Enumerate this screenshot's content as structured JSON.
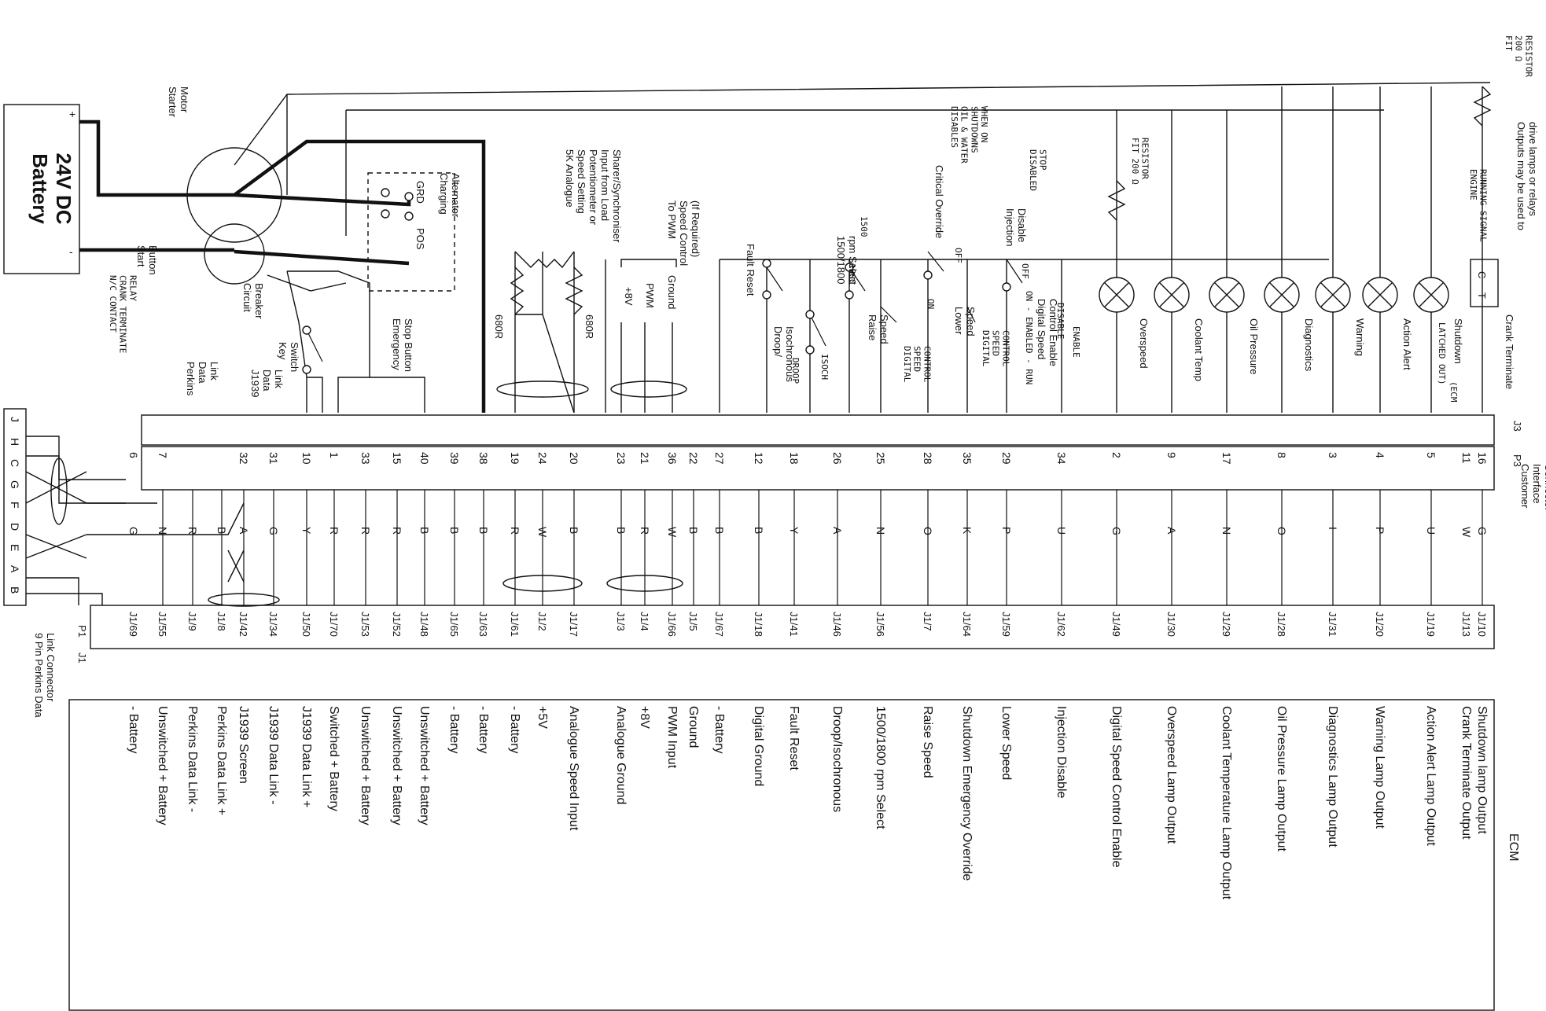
{
  "battery": {
    "label": "Battery\n24V DC",
    "pos": "+",
    "neg": "-"
  },
  "components": {
    "starter_motor": "Starter\nMotor",
    "start_button": "Start\nButton",
    "start_button_note": "N/C CONTACT\nCRANK TERMINATE\nRELAY",
    "alternator": "Charging\nAlternator",
    "grd": "GRD",
    "pos": "POS",
    "circuit_breaker": "Circuit\nBreaker",
    "estop": "Emergency\nStop Button",
    "key_switch": "Key\nSwitch",
    "j1939_link": "J1939\nData\nLink",
    "perkins_link": "Perkins\nData\nLink",
    "pot": "5K Analogue\nSpeed Setting\nPotentiometer or\nInput from Load\nSharer/Synchroniser",
    "r680a": "680R",
    "r680b": "680R",
    "pwm_title": "To PWM\nSpeed Control\n(If Required)",
    "pwm_ground": "Ground",
    "pwm_pwm": "PWM",
    "pwm_8v": "+8V",
    "fault_reset": "Fault Reset",
    "droop": "Droop/\nIsochronous",
    "droop_note": "DROOP",
    "isoch_note": "ISOCH",
    "rpm_select": "1500/1800\nrpm Select",
    "rpm_1500": "1500",
    "rpm_1800": "1800",
    "raise_speed": "Raise\nSpeed",
    "digital_speed_control": "DIGITAL\nSPEED\nCONTROL",
    "critical_override": "Critical Override",
    "override_on": "ON",
    "override_off": "OFF",
    "override_note": "DISABLES\nOIL & WATER\nSHUTDOWNS\nWHEN ON",
    "lower_speed": "Lower\nSpeed",
    "digital_speed_control2": "DIGITAL\nSPEED\nCONTROL",
    "injection_disable": "Injection\nDisable",
    "injection_off": "OFF",
    "injection_note": "DISABLED\nSTOP",
    "dsc_enable": "Digital Speed\nControl Enable",
    "dsc_enable_note": "ON - ENABLED - RUN",
    "dsc_disable": "DISABLE",
    "dsc_enable2": "ENABLE",
    "fit_resistor_1": "FIT 200 Ω\nRESISTOR",
    "fit_resistor_2": "FIT\n200 Ω\nRESISTOR",
    "outputs_note": "Outputs may be used to\ndrive lamps or relays",
    "engine_running": "ENGINE\nRUNNING SIGNAL",
    "crank_terminate": "Crank Terminate",
    "c_label": "C",
    "t_label": "T",
    "shutdown_note": "LATCHED OUT)",
    "shutdown_ecm": "(ECM"
  },
  "lamps": [
    "Overspeed",
    "Coolant Temp",
    "Oil Pressure",
    "Diagnostics",
    "Warning",
    "Action Alert",
    "Shutdown"
  ],
  "connectors": {
    "j3": "J3",
    "p3": "P3",
    "p1": "P1",
    "j1": "J1",
    "interface": "Customer\nInterface\nConnector",
    "ecm": "ECM",
    "nine_pin": "9 Pin Perkins Data\nLink Connector"
  },
  "nine_pin_letters": [
    "J",
    "H",
    "C",
    "G",
    "F",
    "D",
    "E",
    "A",
    "B"
  ],
  "p3_pins": [
    {
      "pin": "6",
      "wire": "G",
      "j1": "J1/69",
      "func": "- Battery"
    },
    {
      "pin": "7",
      "wire": "N",
      "j1": "J1/55",
      "func": "Unswitched + Battery"
    },
    {
      "pin": "",
      "wire": "R",
      "j1": "J1/9",
      "func": "Perkins Data Link -"
    },
    {
      "pin": "",
      "wire": "B",
      "j1": "J1/8",
      "func": "Perkins Data Link +"
    },
    {
      "pin": "32",
      "wire": "A",
      "j1": "J1/42",
      "func": "J1939 Screen"
    },
    {
      "pin": "31",
      "wire": "G",
      "j1": "J1/34",
      "func": "J1939 Data Link -"
    },
    {
      "pin": "10",
      "wire": "Y",
      "j1": "J1/50",
      "func": "J1939 Data Link +"
    },
    {
      "pin": "1",
      "wire": "R",
      "j1": "J1/70",
      "func": "Switched + Battery"
    },
    {
      "pin": "33",
      "wire": "R",
      "j1": "J1/53",
      "func": "Unswitched + Battery"
    },
    {
      "pin": "15",
      "wire": "R",
      "j1": "J1/52",
      "func": "Unswitched + Battery"
    },
    {
      "pin": "40",
      "wire": "B",
      "j1": "J1/48",
      "func": "Unswitched + Battery"
    },
    {
      "pin": "39",
      "wire": "B",
      "j1": "J1/65",
      "func": "- Battery"
    },
    {
      "pin": "38",
      "wire": "B",
      "j1": "J1/63",
      "func": "- Battery"
    },
    {
      "pin": "19",
      "wire": "R",
      "j1": "J1/61",
      "func": "- Battery"
    },
    {
      "pin": "24",
      "wire": "W",
      "j1": "J1/2",
      "func": "+5V"
    },
    {
      "pin": "20",
      "wire": "B",
      "j1": "J1/17",
      "func": "Analogue Speed Input"
    },
    {
      "pin": "23",
      "wire": "B",
      "j1": "J1/3",
      "func": "Analogue Ground"
    },
    {
      "pin": "21",
      "wire": "R",
      "j1": "J1/4",
      "func": "+8V"
    },
    {
      "pin": "36",
      "wire": "W",
      "j1": "J1/66",
      "func": "PWM Input"
    },
    {
      "pin": "22",
      "wire": "B",
      "j1": "J1/5",
      "func": "Ground"
    },
    {
      "pin": "27",
      "wire": "B",
      "j1": "J1/67",
      "func": "- Battery"
    },
    {
      "pin": "12",
      "wire": "B",
      "j1": "J1/18",
      "func": "Digital Ground"
    },
    {
      "pin": "18",
      "wire": "Y",
      "j1": "J1/41",
      "func": "Fault Reset"
    },
    {
      "pin": "26",
      "wire": "A",
      "j1": "J1/46",
      "func": "Droop/Isochronous"
    },
    {
      "pin": "25",
      "wire": "N",
      "j1": "J1/56",
      "func": "1500/1800 rpm Select"
    },
    {
      "pin": "28",
      "wire": "O",
      "j1": "J1/7",
      "func": "Raise Speed"
    },
    {
      "pin": "35",
      "wire": "K",
      "j1": "J1/64",
      "func": "Shutdown Emergency Override"
    },
    {
      "pin": "29",
      "wire": "P",
      "j1": "J1/59",
      "func": "Lower Speed"
    },
    {
      "pin": "34",
      "wire": "U",
      "j1": "J1/62",
      "func": "Injection Disable"
    },
    {
      "pin": "2",
      "wire": "G",
      "j1": "J1/49",
      "func": "Digital Speed Control Enable"
    },
    {
      "pin": "9",
      "wire": "A",
      "j1": "J1/30",
      "func": "Overspeed Lamp Output"
    },
    {
      "pin": "17",
      "wire": "N",
      "j1": "J1/29",
      "func": "Coolant Temperature Lamp Output"
    },
    {
      "pin": "8",
      "wire": "O",
      "j1": "J1/28",
      "func": "Oil Pressure Lamp Output"
    },
    {
      "pin": "3",
      "wire": "I",
      "j1": "J1/31",
      "func": "Diagnostics Lamp Output"
    },
    {
      "pin": "4",
      "wire": "P",
      "j1": "J1/20",
      "func": "Warning Lamp Output"
    },
    {
      "pin": "5",
      "wire": "U",
      "j1": "J1/19",
      "func": "Action Alert Lamp Output"
    },
    {
      "pin": "16",
      "wire": "G",
      "j1": "J1/10",
      "func": "Shutdown lamp Output"
    },
    {
      "pin": "11",
      "wire": "W",
      "j1": "J1/13",
      "func": "Crank Terminate Output"
    }
  ]
}
